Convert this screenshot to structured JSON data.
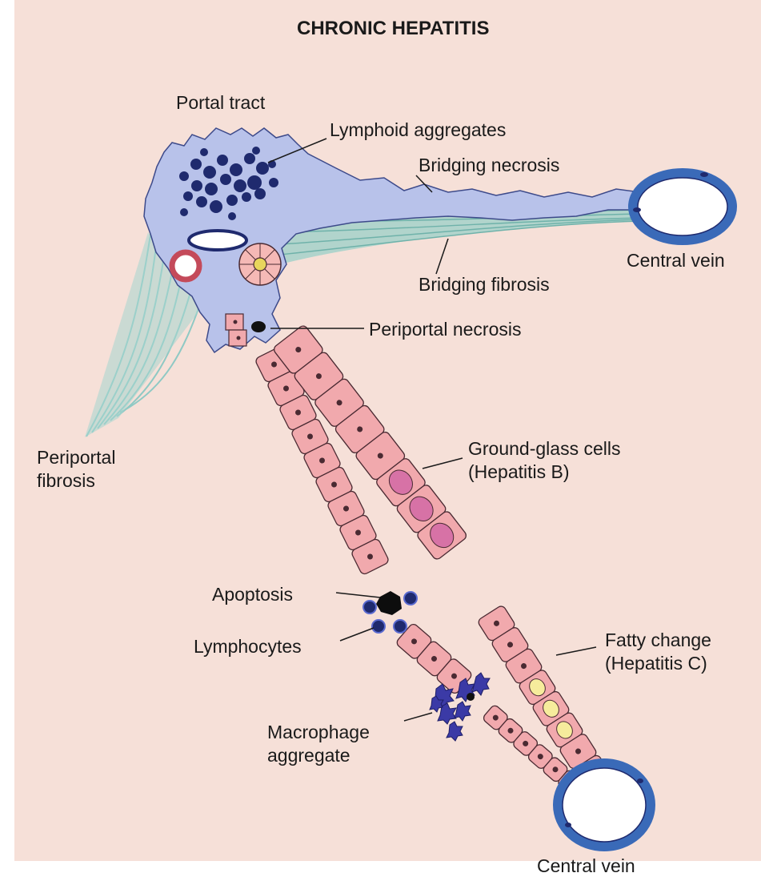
{
  "figure": {
    "title": "CHRONIC HEPATITIS",
    "labels": {
      "portal_tract": "Portal tract",
      "lymphoid_aggregates": "Lymphoid aggregates",
      "bridging_necrosis": "Bridging necrosis",
      "central_vein_top": "Central vein",
      "bridging_fibrosis": "Bridging fibrosis",
      "periportal_necrosis": "Periportal necrosis",
      "periportal_fibrosis_line1": "Periportal",
      "periportal_fibrosis_line2": "fibrosis",
      "ground_glass_line1": "Ground-glass cells",
      "ground_glass_line2": "(Hepatitis B)",
      "apoptosis": "Apoptosis",
      "lymphocytes": "Lymphocytes",
      "fatty_change_line1": "Fatty change",
      "fatty_change_line2": "(Hepatitis C)",
      "macrophage_line1": "Macrophage",
      "macrophage_line2": "aggregate",
      "central_vein_bottom": "Central vein"
    },
    "colors": {
      "background": "#f6e0d8",
      "portal_tract": "#b8c2ea",
      "hepatocyte": "#f1a9ad",
      "nucleus": "#4a2a32",
      "lymphocyte": "#1f2a6e",
      "fibrosis": "#8fc9c4",
      "vein_wall": "#3a6ab8",
      "fat_droplet": "#f6ec9c",
      "ground_glass": "#d772a6"
    }
  }
}
